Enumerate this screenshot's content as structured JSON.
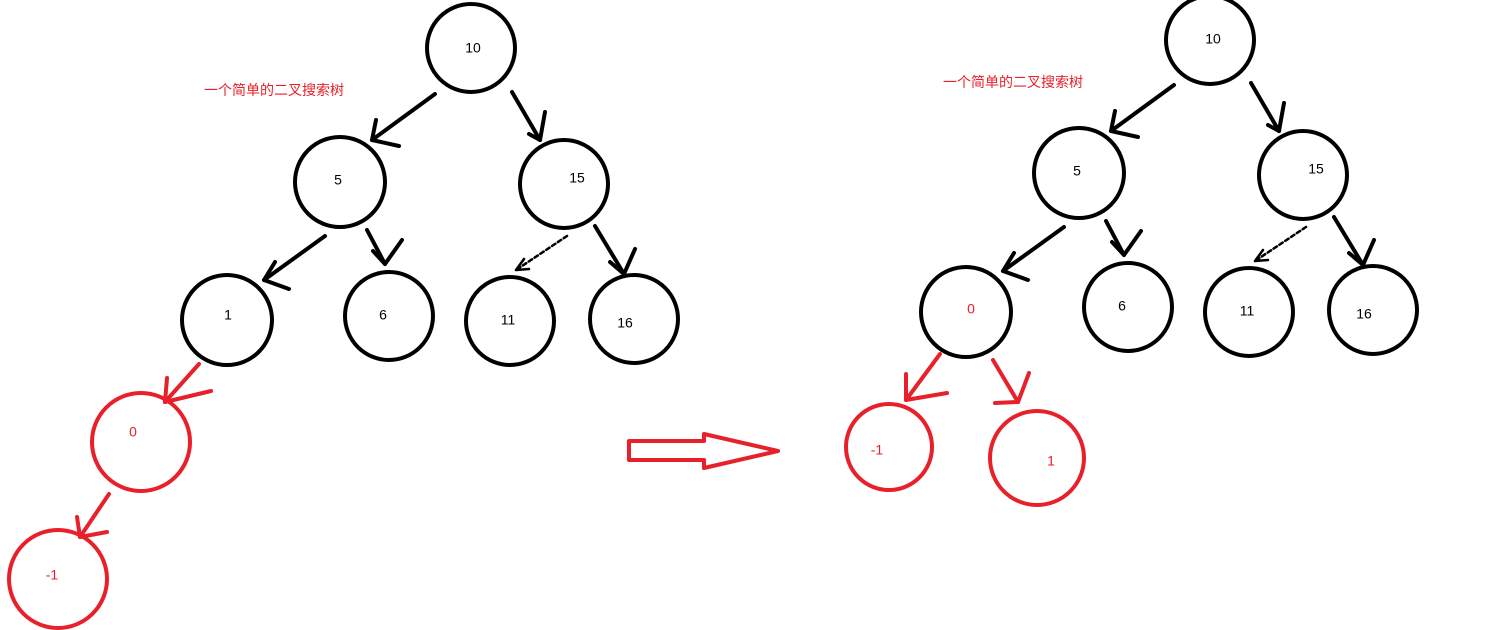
{
  "colors": {
    "black": "#000000",
    "red": "#e8202a"
  },
  "left_tree": {
    "title": "一个简单的二叉搜索树",
    "nodes": {
      "n10": "10",
      "n5": "5",
      "n15": "15",
      "n1": "1",
      "n6": "6",
      "n11": "11",
      "n16": "16",
      "n0": "0",
      "nm1": "-1"
    }
  },
  "right_tree": {
    "title": "一个简单的二叉搜索树",
    "nodes": {
      "n10": "10",
      "n5": "5",
      "n15": "15",
      "n0": "0",
      "n6": "6",
      "n11": "11",
      "n16": "16",
      "nm1": "-1",
      "n1": "1"
    }
  }
}
